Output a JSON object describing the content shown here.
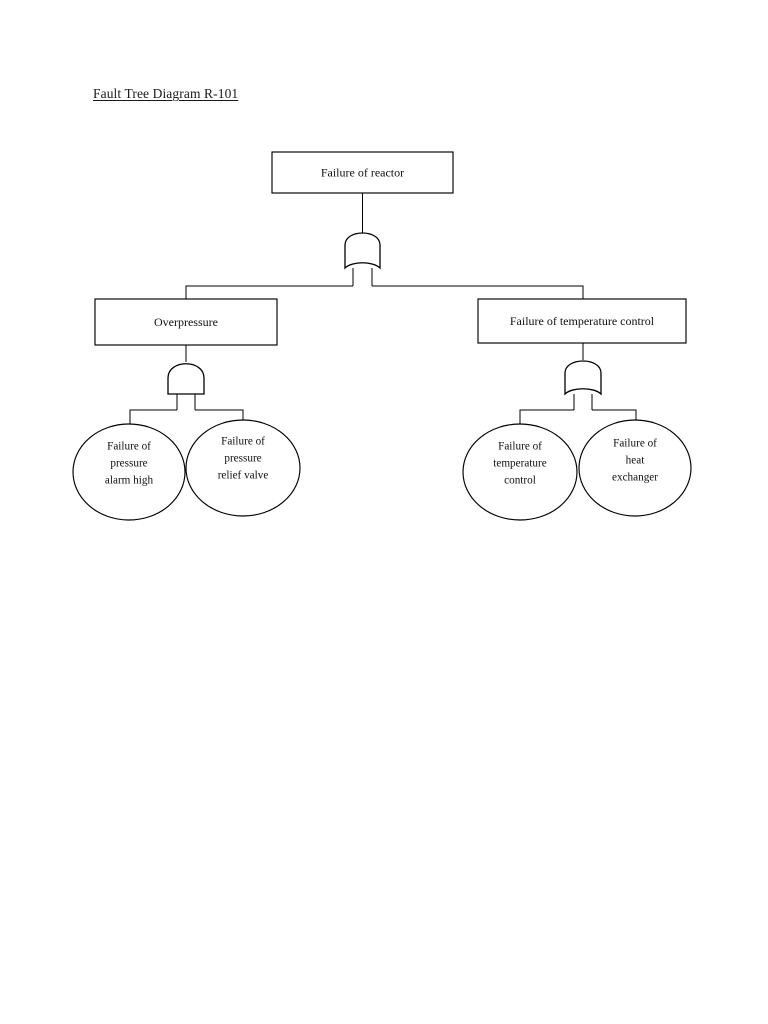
{
  "document": {
    "title": "Fault Tree Diagram R-101",
    "background_color": "#ffffff",
    "line_color": "#000000"
  },
  "chart_data": {
    "type": "diagram",
    "diagram_type": "fault-tree",
    "title": "Fault Tree Diagram R-101",
    "nodes": [
      {
        "id": "top-event",
        "shape": "rectangle",
        "label": "Failure of reactor",
        "level": 0
      },
      {
        "id": "gate-top",
        "shape": "or-gate",
        "label": "OR",
        "level": 0.5,
        "parent": "top-event"
      },
      {
        "id": "overpressure",
        "shape": "rectangle",
        "label": "Overpressure",
        "level": 1,
        "parent": "gate-top"
      },
      {
        "id": "temp-control-fail",
        "shape": "rectangle",
        "label": "Failure of temperature control",
        "level": 1,
        "parent": "gate-top"
      },
      {
        "id": "gate-left",
        "shape": "and-gate",
        "label": "AND",
        "level": 1.5,
        "parent": "overpressure"
      },
      {
        "id": "gate-right",
        "shape": "or-gate",
        "label": "OR",
        "level": 1.5,
        "parent": "temp-control-fail"
      },
      {
        "id": "leaf-alarm",
        "shape": "ellipse",
        "label": "Failure of pressure alarm high",
        "lines": [
          "Failure of",
          "pressure",
          "alarm high"
        ],
        "level": 2,
        "parent": "gate-left"
      },
      {
        "id": "leaf-relief-valve",
        "shape": "ellipse",
        "label": "Failure of pressure relief valve",
        "lines": [
          "Failure of",
          "pressure",
          "relief valve"
        ],
        "level": 2,
        "parent": "gate-left"
      },
      {
        "id": "leaf-temp-control",
        "shape": "ellipse",
        "label": "Failure of temperature control",
        "lines": [
          "Failure of",
          "temperature",
          "control"
        ],
        "level": 2,
        "parent": "gate-right"
      },
      {
        "id": "leaf-heat-exchanger",
        "shape": "ellipse",
        "label": "Failure of heat exchanger",
        "lines": [
          "Failure of",
          "heat",
          "exchanger"
        ],
        "level": 2,
        "parent": "gate-right"
      }
    ],
    "labels": {
      "top_event": "Failure of reactor",
      "overpressure": "Overpressure",
      "temp_control_fail": "Failure of temperature control",
      "leaf_alarm_l1": "Failure of",
      "leaf_alarm_l2": "pressure",
      "leaf_alarm_l3": "alarm high",
      "leaf_valve_l1": "Failure of",
      "leaf_valve_l2": "pressure",
      "leaf_valve_l3": "relief valve",
      "leaf_temp_l1": "Failure of",
      "leaf_temp_l2": "temperature",
      "leaf_temp_l3": "control",
      "leaf_heat_l1": "Failure of",
      "leaf_heat_l2": "heat",
      "leaf_heat_l3": "exchanger"
    }
  }
}
